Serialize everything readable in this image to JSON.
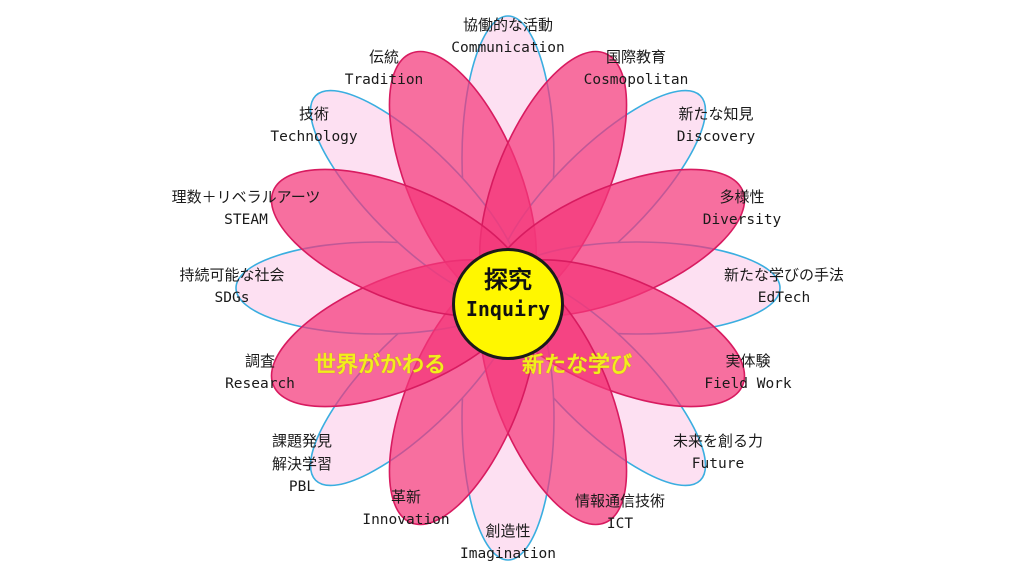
{
  "center": {
    "jp": "探究",
    "en": "Inquiry",
    "fill": "#fff700"
  },
  "slogans": {
    "left": "世界がかわる",
    "right": "新たな学び",
    "color": "#f2ee1c"
  },
  "colors": {
    "petal_pink": "#f4387a",
    "petal_pink_stroke": "#d81b60",
    "petal_light": "#fde0f2",
    "petal_light_stroke": "#3aaee0"
  },
  "labels": {
    "communication": {
      "jp": "協働的な活動",
      "en": "Communication"
    },
    "cosmopolitan": {
      "jp": "国際教育",
      "en": "Cosmopolitan"
    },
    "discovery": {
      "jp": "新たな知見",
      "en": "Discovery"
    },
    "diversity": {
      "jp": "多様性",
      "en": "Diversity"
    },
    "edtech": {
      "jp": "新たな学びの手法",
      "en": "EdTech"
    },
    "fieldwork": {
      "jp": "実体験",
      "en": "Field Work"
    },
    "future": {
      "jp": "未来を創る力",
      "en": "Future"
    },
    "ict": {
      "jp": "情報通信技術",
      "en": "ICT"
    },
    "imagination": {
      "jp": "創造性",
      "en": "Imagination"
    },
    "innovation": {
      "jp": "革新",
      "en": "Innovation"
    },
    "pbl": {
      "jp1": "課題発見",
      "jp2": "解決学習",
      "en": "PBL"
    },
    "research": {
      "jp": "調査",
      "en": "Research"
    },
    "sdgs": {
      "jp": "持続可能な社会",
      "en": "SDGs"
    },
    "steam": {
      "jp": "理数＋リベラルアーツ",
      "en": "STEAM"
    },
    "technology": {
      "jp": "技術",
      "en": "Technology"
    },
    "tradition": {
      "jp": "伝統",
      "en": "Tradition"
    }
  }
}
